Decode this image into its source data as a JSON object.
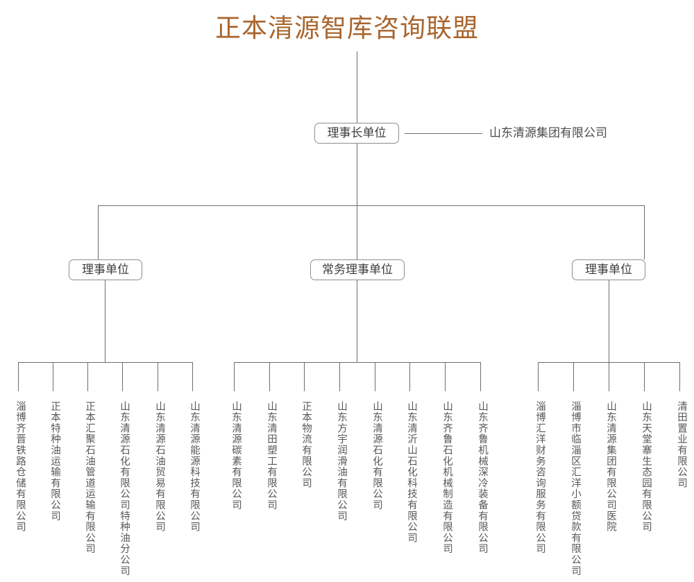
{
  "title": "正本清源智库咨询联盟",
  "accent_color": "#a9662e",
  "line_color": "#6d6d6d",
  "box_border_color": "#8d8d8d",
  "text_color": "#4a4a4a",
  "chairman": {
    "box_label": "理事长单位",
    "company": "山东清源集团有限公司"
  },
  "groups": [
    {
      "box_label": "理事单位",
      "members": [
        "淄博齐晋铁路仓储有限公司",
        "正本特种油运输有限公司",
        "正本汇聚石油管道运输有限公司",
        "山东清源石化有限公司特种油分公司",
        "山东清源石油贸易有限公司",
        "山东清源能源科技有限公司"
      ]
    },
    {
      "box_label": "常务理事单位",
      "members": [
        "山东清源碳素有限公司",
        "山东清田塑工有限公司",
        "正本物流有限公司",
        "山东方宇润滑油有限公司",
        "山东清源石化有限公司",
        "山东清沂山石化科技有限公司",
        "山东齐鲁石化机械制造有限公司",
        "山东齐鲁机械深冷装备有限公司"
      ]
    },
    {
      "box_label": "理事单位",
      "members": [
        "淄博汇洋财务咨询服务有限公司",
        "淄博市临淄区汇洋小额贷款有限公司",
        "山东清源集团有限公司医院",
        "山东天堂寨生态园有限公司",
        "清田置业有限公司"
      ]
    }
  ],
  "chart_data": {
    "type": "diagram",
    "diagram_kind": "organization-chart",
    "root": "正本清源智库咨询联盟",
    "levels": [
      {
        "level": 1,
        "nodes": [
          "理事长单位"
        ]
      },
      {
        "level": 2,
        "nodes": [
          "理事单位",
          "常务理事单位",
          "理事单位"
        ]
      },
      {
        "level": 3,
        "node_count": 19
      }
    ]
  }
}
